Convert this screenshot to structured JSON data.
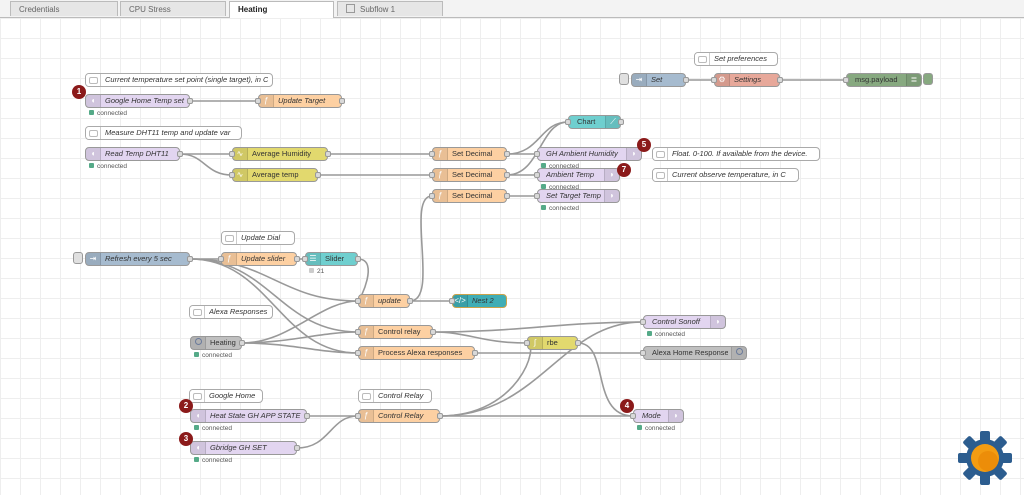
{
  "tabs": [
    {
      "label": "Credentials",
      "active": false
    },
    {
      "label": "CPU Stress",
      "active": false
    },
    {
      "label": "Heating",
      "active": true
    },
    {
      "label": "Subflow 1",
      "active": false,
      "icon": "subflow-icon"
    }
  ],
  "badges": [
    "1",
    "2",
    "3",
    "4",
    "5",
    "7"
  ],
  "comments": {
    "set_point": "Current temperature set point (single target), in C",
    "measure": "Measure DHT11 temp and update var",
    "set_prefs": "Set preferences",
    "float_desc": "Float. 0-100. If available from the device.",
    "current_temp": "Current observe temperature, in C",
    "update_dial": "Update Dial",
    "alexa_responses": "Alexa Responses",
    "google_home": "Google Home",
    "control_relay": "Control Relay"
  },
  "nodes": {
    "google_home_temp_set": "Google Home Temp set",
    "update_target": "Update Target",
    "read_temp": "Read Temp DHT11",
    "avg_humidity": "Average Humidity",
    "avg_temp": "Average temp",
    "set_decimal": "Set Decimal",
    "chart": "Chart",
    "gh_ambient_humidity": "GH Ambient Humidity",
    "ambient_temp": "Ambient Temp",
    "set_target_temp": "Set Target Temp",
    "set": "Set",
    "settings": "Settings",
    "msg_payload": "msg.payload",
    "refresh": "Refresh every 5 sec",
    "refresh_suffix": "⋮",
    "update_slider": "Update slider",
    "slider": "Slider",
    "update": "update",
    "nest2": "Nest 2",
    "heating": "Heating",
    "control_relay": "Control relay",
    "process_alexa": "Process Alexa responses",
    "rbe": "rbe",
    "control_sonoff": "Control Sonoff",
    "alexa_home_response": "Alexa Home Response",
    "heat_state": "Heat State GH APP STATE",
    "control_relay_2": "Control Relay",
    "gbridge": "Gbridge GH SET",
    "mode": "Mode"
  },
  "status": {
    "connected": "connected",
    "slider_value": "21"
  },
  "colors": {
    "google": "#e2d5f0",
    "function": "#fdd0a2",
    "smooth": "#e2d96e",
    "chart": "#6fcfcf",
    "link": "#a6bbcf",
    "settings": "#e7a89a",
    "debug": "#87a980",
    "alexa": "#c0c0c0",
    "template": "#3fadb5",
    "rbe": "#e2d96e",
    "canvas_grid": "#eeeeee"
  },
  "logo": "node-red-gear-logo"
}
